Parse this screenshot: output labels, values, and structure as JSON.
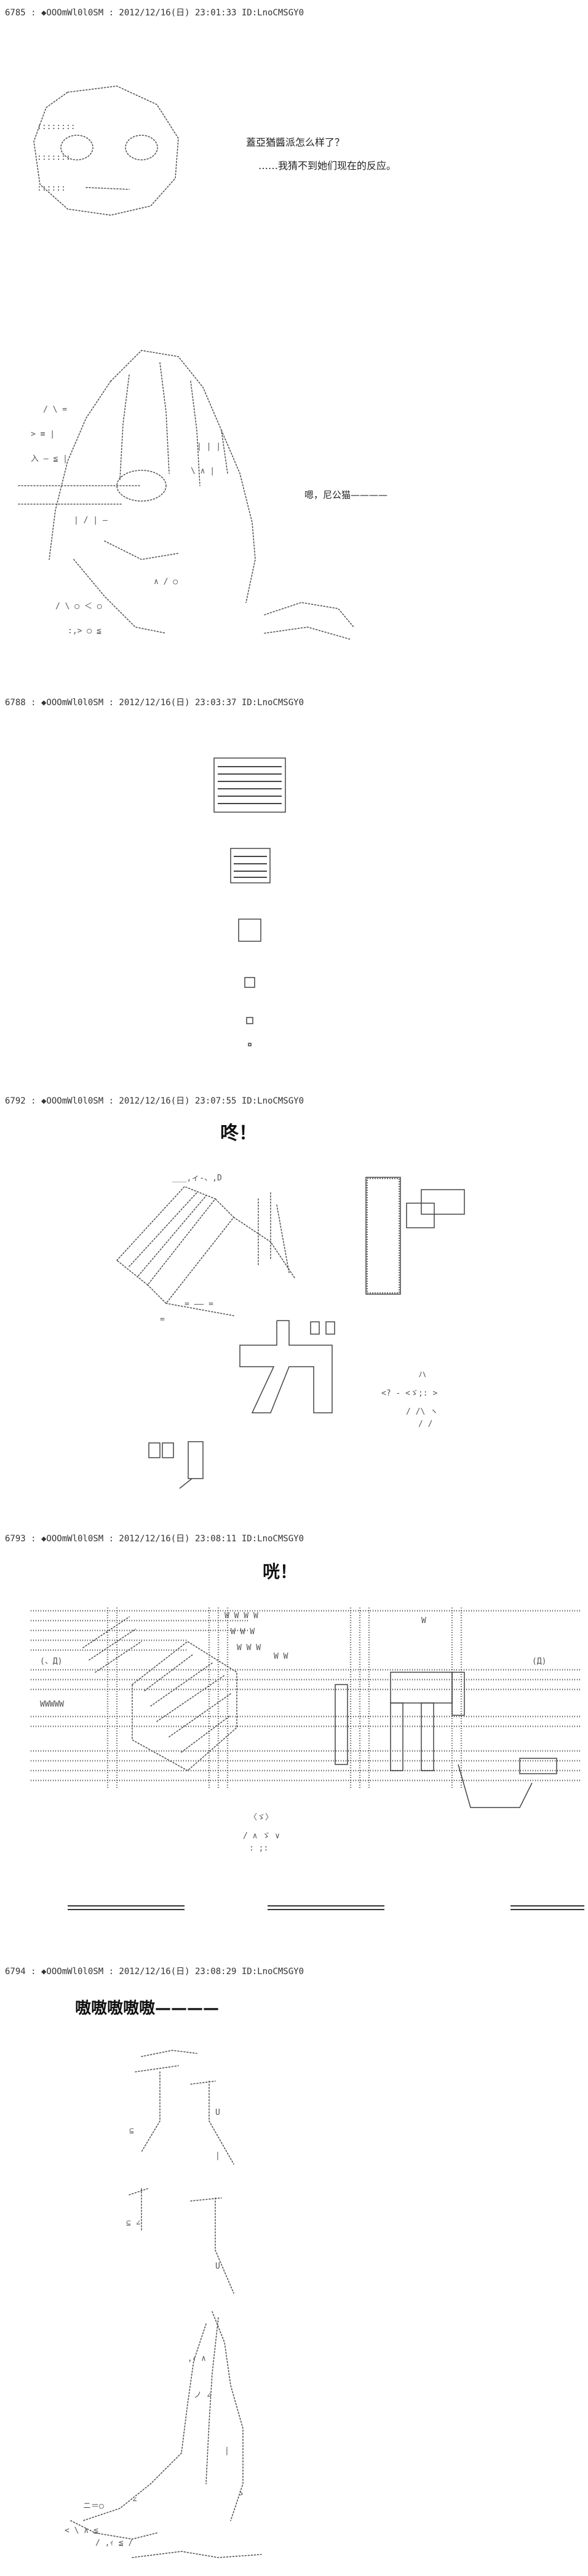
{
  "posts": [
    {
      "header": "6785 : ◆OOOmWl0l0SM : 2012/12/16(日) 23:01:33 ID:LnoCMSGY0",
      "dialog": [
        "蓋亞猶醬派怎么样了？",
        "……我猜不到她们现在的反应。",
        "嗯，尼公猫————"
      ]
    },
    {
      "header": "6788 : ◆OOOmWl0l0SM : 2012/12/16(日) 23:03:37 ID:LnoCMSGY0"
    },
    {
      "header": "6792 : ◆OOOmWl0l0SM : 2012/12/16(日) 23:07:55 ID:LnoCMSGY0",
      "sfx": "咚！"
    },
    {
      "header": "6793 : ◆OOOmWl0l0SM : 2012/12/16(日) 23:08:11 ID:LnoCMSGY0",
      "sfx": "咣！"
    },
    {
      "header": "6794 : ◆OOOmWl0l0SM : 2012/12/16(日) 23:08:29 ID:LnoCMSGY0",
      "sfx": "嗷嗷嗷嗷嗷————"
    }
  ]
}
